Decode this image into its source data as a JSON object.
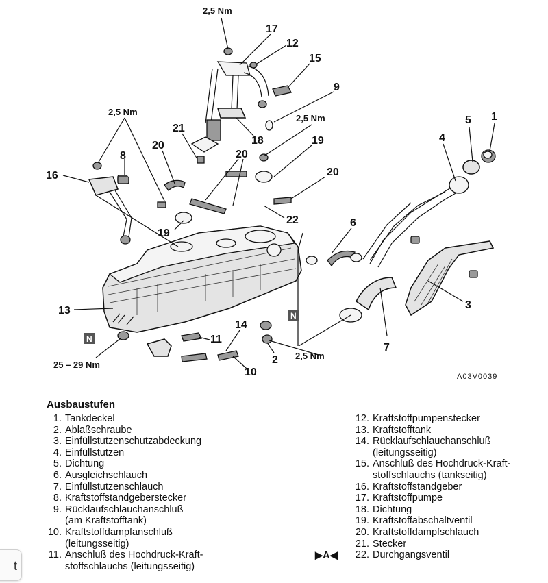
{
  "diagram": {
    "callouts": {
      "n1": "1",
      "n2": "2",
      "n3": "3",
      "n4": "4",
      "n5": "5",
      "n6": "6",
      "n7": "7",
      "n8": "8",
      "n9": "9",
      "n10": "10",
      "n11": "11",
      "n12": "12",
      "n13": "13",
      "n14": "14",
      "n15": "15",
      "n16": "16",
      "n17": "17",
      "n18": "18",
      "n19a": "19",
      "n19b": "19",
      "n20a": "20",
      "n20b": "20",
      "n20c": "20",
      "n21": "21",
      "n22": "22"
    },
    "torques": {
      "top": "2,5 Nm",
      "left": "2,5 Nm",
      "center": "2,5 Nm",
      "bottom_right": "2,5 Nm",
      "bottom_left": "25 – 29 Nm"
    },
    "markers": {
      "n_left": "N",
      "n_right": "N"
    },
    "figure_code": "A03V0039"
  },
  "legend": {
    "title": "Ausbaustufen",
    "left": [
      {
        "n": "1.",
        "lines": [
          "Tankdeckel"
        ]
      },
      {
        "n": "2.",
        "lines": [
          "Ablaßschraube"
        ]
      },
      {
        "n": "3.",
        "lines": [
          "Einfüllstutzenschutzabdeckung"
        ]
      },
      {
        "n": "4.",
        "lines": [
          "Einfüllstutzen"
        ]
      },
      {
        "n": "5.",
        "lines": [
          "Dichtung"
        ]
      },
      {
        "n": "6.",
        "lines": [
          "Ausgleichschlauch"
        ]
      },
      {
        "n": "7.",
        "lines": [
          "Einfüllstutzenschlauch"
        ]
      },
      {
        "n": "8.",
        "lines": [
          "Kraftstoffstandgeberstecker"
        ]
      },
      {
        "n": "9.",
        "lines": [
          "Rücklaufschlauchanschluß",
          "(am Kraftstofftank)"
        ]
      },
      {
        "n": "10.",
        "lines": [
          "Kraftstoffdampfanschluß",
          "(leitungsseitig)"
        ]
      },
      {
        "n": "11.",
        "lines": [
          "Anschluß des Hochdruck-Kraft-",
          "stoffschlauchs (leitungsseitig)"
        ]
      }
    ],
    "right": [
      {
        "n": "12.",
        "lines": [
          "Kraftstoffpumpenstecker"
        ]
      },
      {
        "n": "13.",
        "lines": [
          "Kraftstofftank"
        ]
      },
      {
        "n": "14.",
        "lines": [
          "Rücklaufschlauchanschluß",
          "(leitungsseitig)"
        ]
      },
      {
        "n": "15.",
        "lines": [
          "Anschluß des Hochdruck-Kraft-",
          "stoffschlauchs (tankseitig)"
        ]
      },
      {
        "n": "16.",
        "lines": [
          "Kraftstoffstandgeber"
        ]
      },
      {
        "n": "17.",
        "lines": [
          "Kraftstoffpumpe"
        ]
      },
      {
        "n": "18.",
        "lines": [
          "Dichtung"
        ]
      },
      {
        "n": "19.",
        "lines": [
          "Kraftstoffabschaltventil"
        ]
      },
      {
        "n": "20.",
        "lines": [
          "Kraftstoffdampfschlauch"
        ]
      },
      {
        "n": "21.",
        "lines": [
          "Stecker"
        ]
      },
      {
        "n": "22.",
        "lines": [
          "Durchgangsventil"
        ]
      }
    ],
    "marker": "▶A◀",
    "side_tab": "t"
  }
}
